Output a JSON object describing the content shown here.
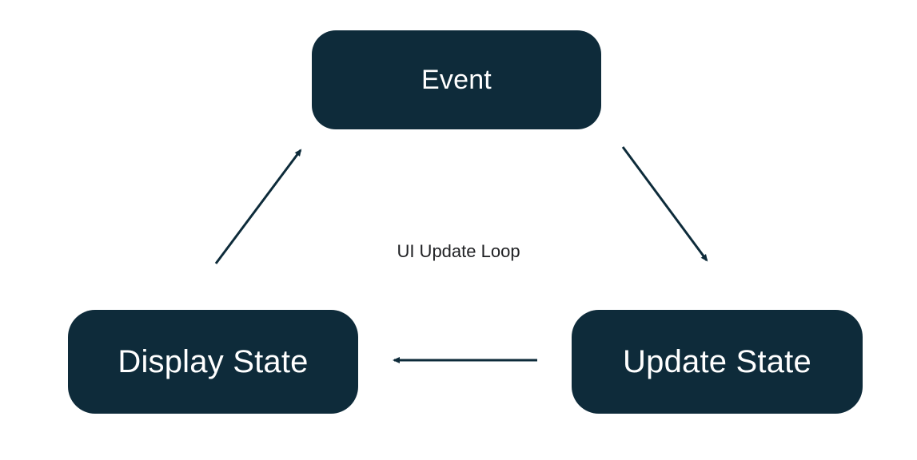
{
  "diagram": {
    "center_label": "UI Update Loop",
    "nodes": {
      "event": {
        "label": "Event"
      },
      "display_state": {
        "label": "Display State"
      },
      "update_state": {
        "label": "Update State"
      }
    },
    "edges": [
      {
        "from": "event",
        "to": "update_state"
      },
      {
        "from": "update_state",
        "to": "display_state"
      },
      {
        "from": "display_state",
        "to": "event"
      }
    ]
  },
  "colors": {
    "node-bg": "#0e2b3a",
    "node-text": "#ffffff",
    "arrow": "#0d2b3a",
    "label-text": "#202124"
  }
}
